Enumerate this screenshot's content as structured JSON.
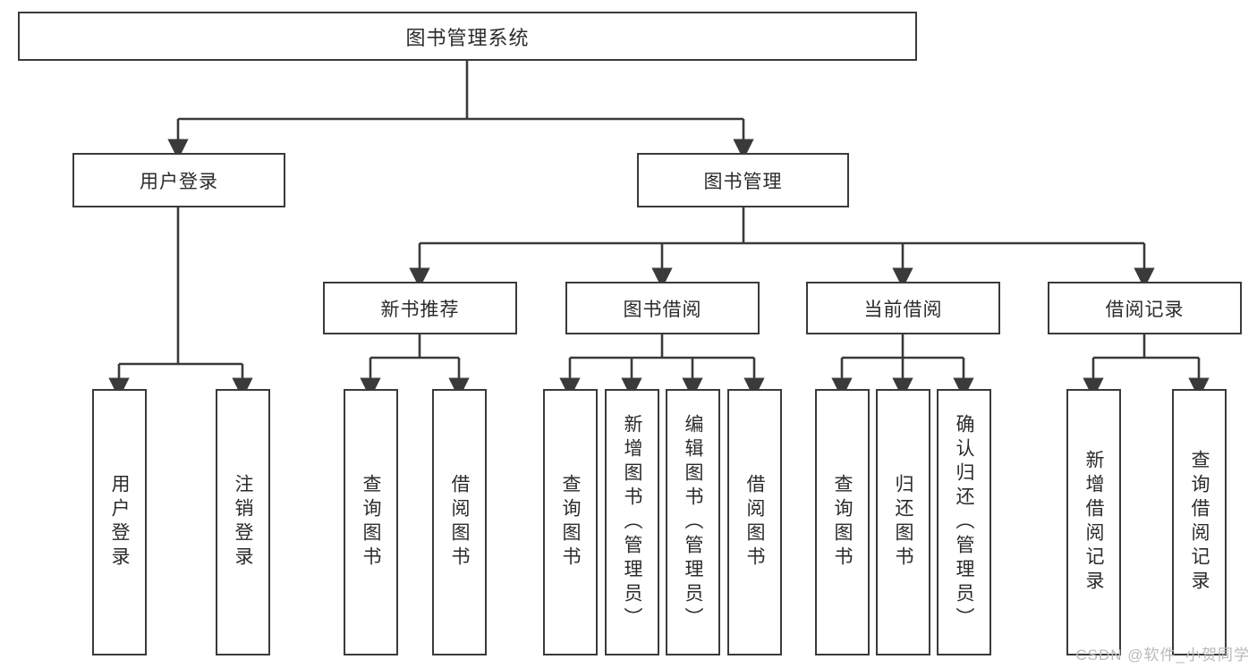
{
  "diagram": {
    "title": "图书管理系统",
    "type": "tree",
    "root": {
      "label": "图书管理系统"
    },
    "level2": [
      {
        "label": "用户登录"
      },
      {
        "label": "图书管理"
      }
    ],
    "level3": [
      {
        "label": "新书推荐"
      },
      {
        "label": "图书借阅"
      },
      {
        "label": "当前借阅"
      },
      {
        "label": "借阅记录"
      }
    ],
    "leaves": {
      "user_login": [
        {
          "label": "用户登录"
        },
        {
          "label": "注销登录"
        }
      ],
      "new_book_recommend": [
        {
          "label": "查询图书"
        },
        {
          "label": "借阅图书"
        }
      ],
      "book_borrow": [
        {
          "label": "查询图书"
        },
        {
          "label": "新增图书（管理员）"
        },
        {
          "label": "编辑图书（管理员）"
        },
        {
          "label": "借阅图书"
        }
      ],
      "current_borrow": [
        {
          "label": "查询图书"
        },
        {
          "label": "归还图书"
        },
        {
          "label": "确认归还（管理员）"
        }
      ],
      "borrow_record": [
        {
          "label": "新增借阅记录"
        },
        {
          "label": "查询借阅记录"
        }
      ]
    }
  },
  "watermark": {
    "text": "CSDN @软件_小贺同学"
  },
  "colors": {
    "border": "#3a3a3a",
    "text": "#2b2b2b",
    "background": "#ffffff",
    "watermark": "#b9b9b9"
  }
}
